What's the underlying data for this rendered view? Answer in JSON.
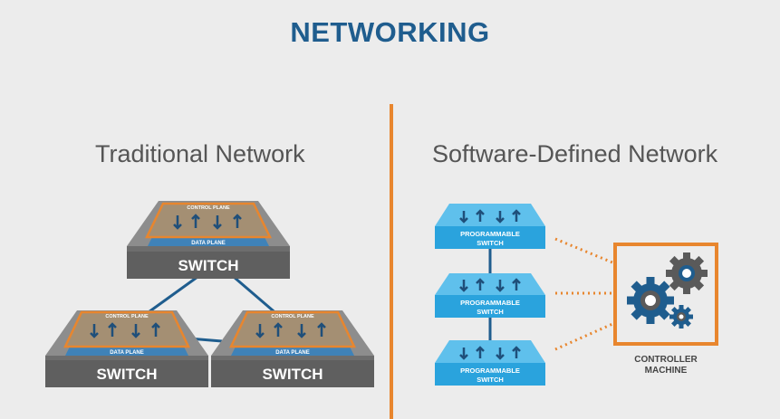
{
  "title": "NETWORKING",
  "left": {
    "heading": "Traditional Network",
    "switches": [
      {
        "label": "SWITCH",
        "control_plane": "CONTROL PLANE",
        "data_plane": "DATA PLANE"
      },
      {
        "label": "SWITCH",
        "control_plane": "CONTROL PLANE",
        "data_plane": "DATA PLANE"
      },
      {
        "label": "SWITCH",
        "control_plane": "CONTROL PLANE",
        "data_plane": "DATA PLANE"
      }
    ]
  },
  "right": {
    "heading": "Software-Defined Network",
    "switches": [
      {
        "line1": "PROGRAMMABLE",
        "line2": "SWITCH"
      },
      {
        "line1": "PROGRAMMABLE",
        "line2": "SWITCH"
      },
      {
        "line1": "PROGRAMMABLE",
        "line2": "SWITCH"
      }
    ],
    "controller": {
      "line1": "CONTROLLER",
      "line2": "MACHINE",
      "icon": "gears-icon"
    }
  },
  "colors": {
    "title": "#1f5d8e",
    "accent": "#e8862e",
    "switch_dark": "#5f5f5f",
    "switch_top": "#8a8a8a",
    "data_plane": "#3f82b8",
    "prog_switch": "#2aa3dd",
    "link": "#1f5d8e"
  }
}
